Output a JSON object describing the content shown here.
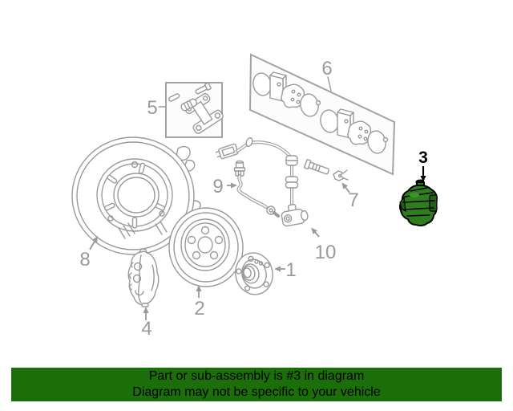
{
  "diagram": {
    "highlighted_part": "3",
    "labels": {
      "part1": "1",
      "part2": "2",
      "part3": "3",
      "part4": "4",
      "part5": "5",
      "part6": "6",
      "part7": "7",
      "part8": "8",
      "part9": "9",
      "part10": "10"
    },
    "colors": {
      "sketch_gray": "#9a9a9a",
      "highlight_green": "#2f7e1e",
      "highlight_outline": "#000000"
    }
  },
  "banner": {
    "line1": "Part or sub-assembly is #3 in diagram",
    "line2": "Diagram may not be specific to your vehicle",
    "background": "#1c6e0a",
    "text_color": "#000000"
  }
}
